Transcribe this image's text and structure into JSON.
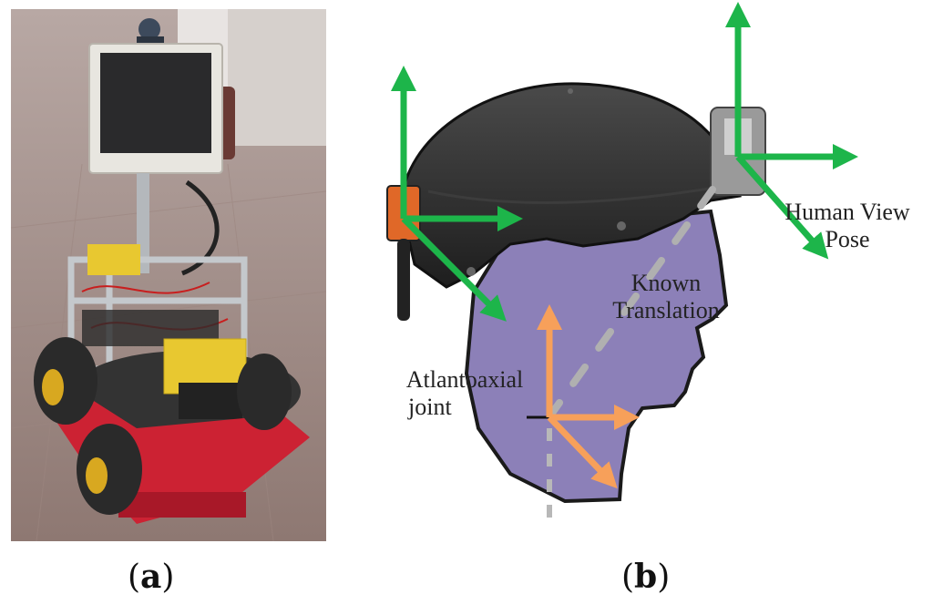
{
  "panels": {
    "a": {
      "label_open": "(",
      "label_letter": "a",
      "label_close": ")"
    },
    "b": {
      "label_open": "(",
      "label_letter": "b",
      "label_close": ")"
    }
  },
  "annotations": {
    "human_view_line1": "Human View",
    "human_view_line2": "Pose",
    "known_translation_line1": "Known",
    "known_translation_line2": "Translation",
    "atlantoaxial_line1": "Atlantoaxial",
    "atlantoaxial_line2": "joint"
  },
  "colors": {
    "green_axes": "#1db54a",
    "orange_axes": "#f7a05a",
    "head_fill": "#8c80b8",
    "helmet": "#2b2b2b",
    "robot_base": "#cc2233",
    "floor": "#a89088"
  }
}
